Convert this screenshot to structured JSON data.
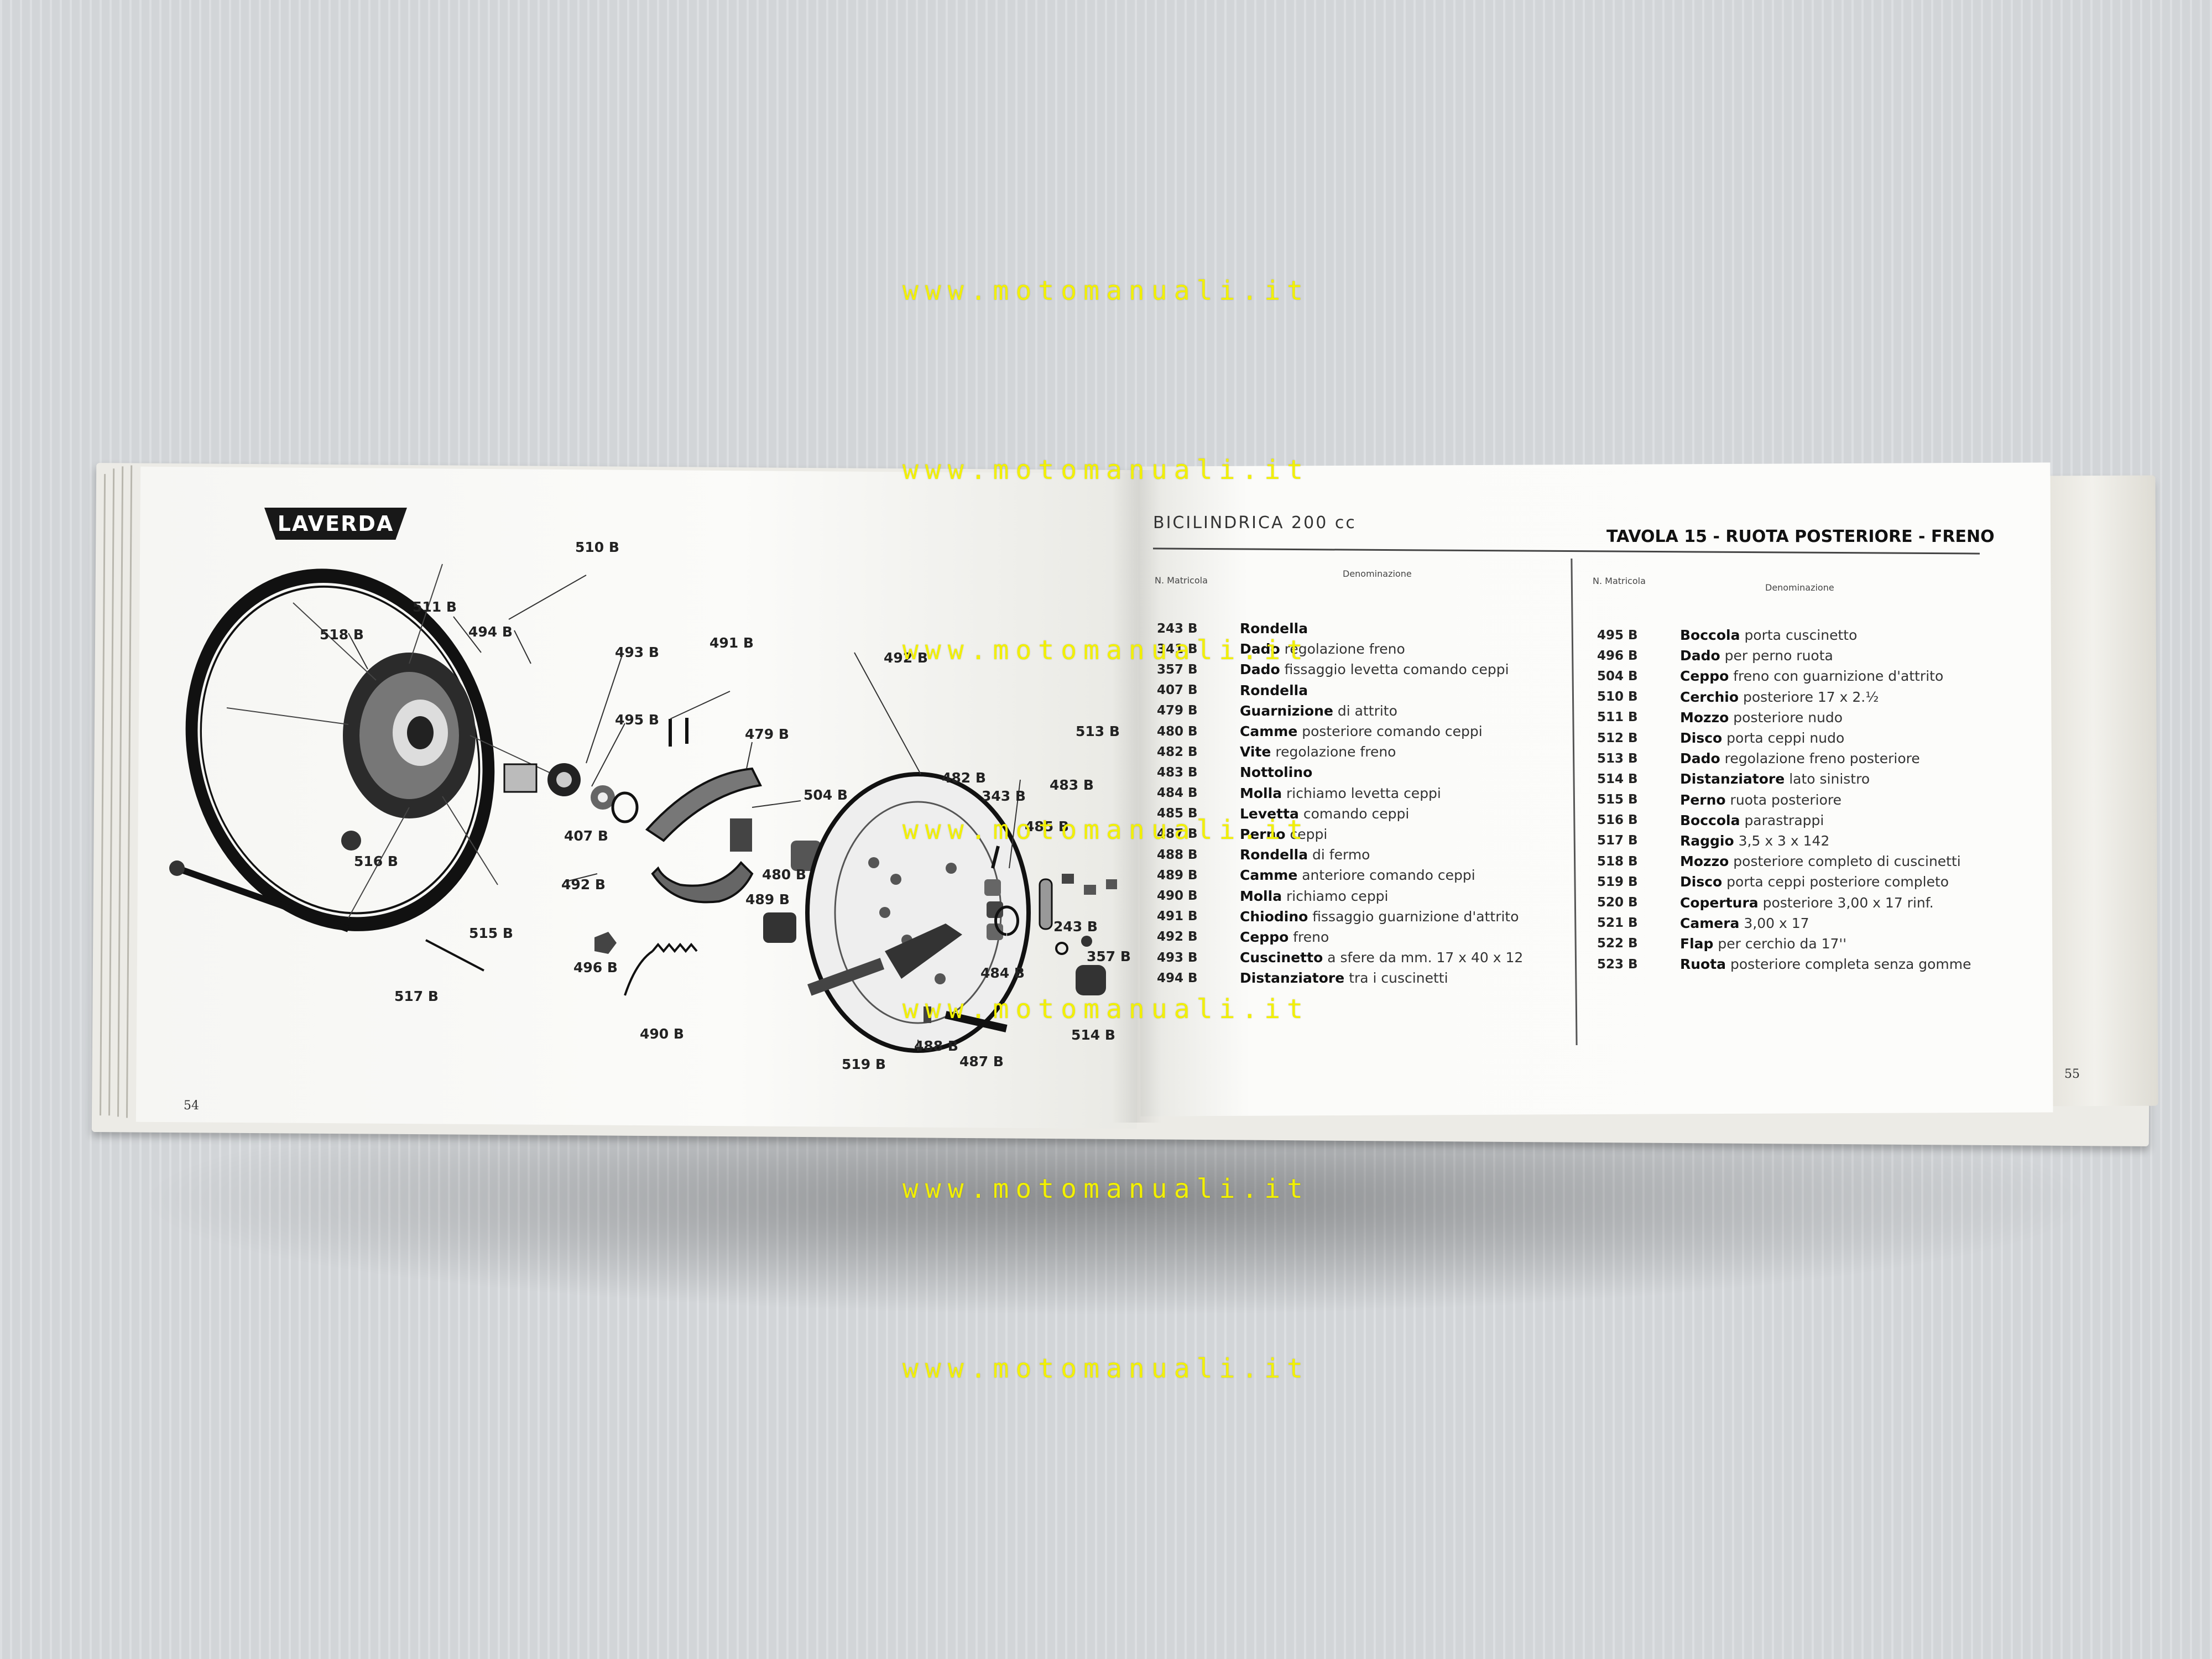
{
  "watermark": "www.motomanuali.it",
  "left_page": {
    "logo": "LAVERDA",
    "page_number": "54",
    "labels": [
      "510 B",
      "511 B",
      "518 B",
      "494 B",
      "493 B",
      "491 B",
      "479 B",
      "495 B",
      "504 B",
      "407 B",
      "492 B",
      "480 B",
      "489 B",
      "516 B",
      "515 B",
      "496 B",
      "517 B",
      "490 B",
      "492 B",
      "482 B",
      "343 B",
      "483 B",
      "485 B",
      "513 B",
      "243 B",
      "357 B",
      "484 B",
      "514 B",
      "488 B",
      "487 B",
      "519 B"
    ]
  },
  "right_page": {
    "header_left": "BICILINDRICA 200 cc",
    "header_tavola": "TAVOLA 15",
    "header_title": "RUOTA POSTERIORE - FRENO",
    "col_matricola": "N. Matricola",
    "col_denominazione": "Denominazione",
    "page_number": "55",
    "table_left": [
      {
        "code": "243 B",
        "bold": "Rondella",
        "rest": ""
      },
      {
        "code": "341 B",
        "bold": "Dado",
        "rest": "regolazione freno"
      },
      {
        "code": "357 B",
        "bold": "Dado",
        "rest": "fissaggio levetta comando ceppi"
      },
      {
        "code": "407 B",
        "bold": "Rondella",
        "rest": ""
      },
      {
        "code": "479 B",
        "bold": "Guarnizione",
        "rest": "di attrito"
      },
      {
        "code": "480 B",
        "bold": "Camme",
        "rest": "posteriore comando ceppi"
      },
      {
        "code": "482 B",
        "bold": "Vite",
        "rest": "regolazione freno"
      },
      {
        "code": "483 B",
        "bold": "Nottolino",
        "rest": ""
      },
      {
        "code": "484 B",
        "bold": "Molla",
        "rest": "richiamo levetta ceppi"
      },
      {
        "code": "485 B",
        "bold": "Levetta",
        "rest": "comando ceppi"
      },
      {
        "code": "487 B",
        "bold": "Perno",
        "rest": "ceppi"
      },
      {
        "code": "488 B",
        "bold": "Rondella",
        "rest": "di fermo"
      },
      {
        "code": "489 B",
        "bold": "Camme",
        "rest": "anteriore comando ceppi"
      },
      {
        "code": "490 B",
        "bold": "Molla",
        "rest": "richiamo ceppi"
      },
      {
        "code": "491 B",
        "bold": "Chiodino",
        "rest": "fissaggio guarnizione d'attrito"
      },
      {
        "code": "492 B",
        "bold": "Ceppo",
        "rest": "freno"
      },
      {
        "code": "493 B",
        "bold": "Cuscinetto",
        "rest": "a sfere da mm. 17 x 40 x 12"
      },
      {
        "code": "494 B",
        "bold": "Distanziatore",
        "rest": "tra i cuscinetti"
      }
    ],
    "table_right": [
      {
        "code": "495 B",
        "bold": "Boccola",
        "rest": "porta cuscinetto"
      },
      {
        "code": "496 B",
        "bold": "Dado",
        "rest": "per perno ruota"
      },
      {
        "code": "504 B",
        "bold": "Ceppo",
        "rest": "freno con guarnizione d'attrito"
      },
      {
        "code": "510 B",
        "bold": "Cerchio",
        "rest": "posteriore 17 x 2.½"
      },
      {
        "code": "511 B",
        "bold": "Mozzo",
        "rest": "posteriore nudo"
      },
      {
        "code": "512 B",
        "bold": "Disco",
        "rest": "porta ceppi nudo"
      },
      {
        "code": "513 B",
        "bold": "Dado",
        "rest": "regolazione freno posteriore"
      },
      {
        "code": "514 B",
        "bold": "Distanziatore",
        "rest": "lato sinistro"
      },
      {
        "code": "515 B",
        "bold": "Perno",
        "rest": "ruota posteriore"
      },
      {
        "code": "516 B",
        "bold": "Boccola",
        "rest": "parastrappi"
      },
      {
        "code": "517 B",
        "bold": "Raggio",
        "rest": "3,5 x 3 x 142"
      },
      {
        "code": "518 B",
        "bold": "Mozzo",
        "rest": "posteriore completo di cuscinetti"
      },
      {
        "code": "519 B",
        "bold": "Disco",
        "rest": "porta ceppi posteriore completo"
      },
      {
        "code": "520 B",
        "bold": "Copertura",
        "rest": "posteriore 3,00 x 17 rinf."
      },
      {
        "code": "521 B",
        "bold": "Camera",
        "rest": "3,00 x 17"
      },
      {
        "code": "522 B",
        "bold": "Flap",
        "rest": "per cerchio da 17''"
      },
      {
        "code": "523 B",
        "bold": "Ruota",
        "rest": "posteriore completa senza gomme"
      }
    ]
  }
}
